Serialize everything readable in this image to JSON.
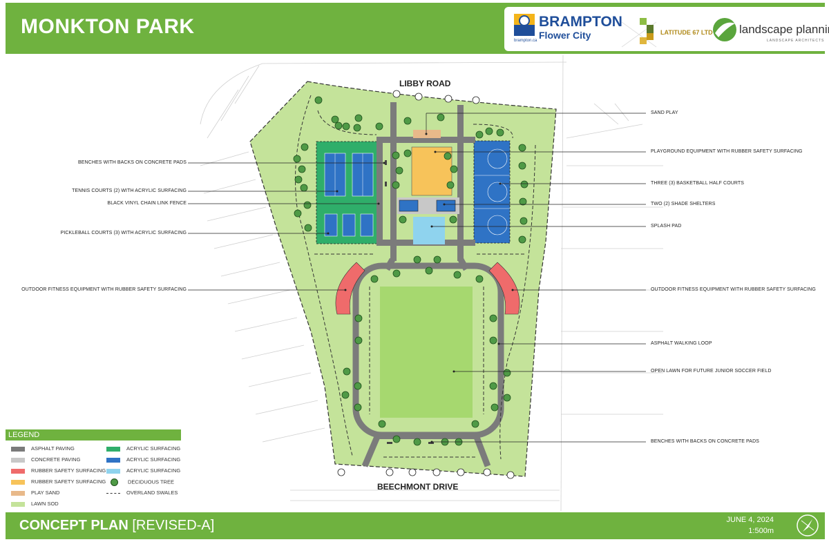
{
  "header": {
    "title": "MONKTON PARK"
  },
  "logos": {
    "brampton_name": "BRAMPTON",
    "brampton_tagline": "Flower City",
    "brampton_url": "brampton.ca",
    "latitude": "LATITUDE 67 LTD",
    "lp_name": "landscape planning",
    "lp_sub": "LANDSCAPE ARCHITECTS"
  },
  "map": {
    "road_north": "LIBBY ROAD",
    "road_south": "BEECHMONT DRIVE",
    "labels_left": [
      "BENCHES WITH BACKS ON CONCRETE PADS",
      "TENNIS COURTS (2) WITH ACRYLIC SURFACING",
      "BLACK VINYL CHAIN LINK FENCE",
      "PICKLEBALL COURTS (3) WITH ACRYLIC SURFACING",
      "OUTDOOR FITNESS EQUIPMENT WITH RUBBER SAFETY SURFACING"
    ],
    "labels_right": [
      "SAND PLAY",
      "PLAYGROUND EQUIPMENT WITH RUBBER SAFETY SURFACING",
      "THREE (3) BASKETBALL HALF COURTS",
      "TWO (2) SHADE SHELTERS",
      "SPLASH PAD",
      "OUTDOOR FITNESS EQUIPMENT WITH RUBBER SAFETY SURFACING",
      "ASPHALT WALKING LOOP",
      "OPEN LAWN FOR FUTURE JUNIOR SOCCER FIELD",
      "BENCHES WITH BACKS ON CONCRETE PADS"
    ]
  },
  "legend": {
    "title": "LEGEND",
    "col1": [
      {
        "label": "ASPHALT PAVING",
        "color": "#7b7b7b"
      },
      {
        "label": "CONCRETE PAVING",
        "color": "#c8c8c8"
      },
      {
        "label": "RUBBER SAFETY SURFACING",
        "color": "#ef6b6b"
      },
      {
        "label": "RUBBER SAFETY SURFACING",
        "color": "#f7c35a"
      },
      {
        "label": "PLAY SAND",
        "color": "#e8b98a"
      },
      {
        "label": "LAWN SOD",
        "color": "#c4e39a"
      }
    ],
    "col2": [
      {
        "label": "ACRYLIC SURFACING",
        "color": "#2fae6a"
      },
      {
        "label": "ACRYLIC SURFACING",
        "color": "#2f73c5"
      },
      {
        "label": "ACRYLIC SURFACING",
        "color": "#8fd3ee"
      },
      {
        "label": "DECIDUOUS TREE",
        "color": "#4f9a46"
      },
      {
        "label": "OVERLAND SWALES",
        "color": "#333333"
      }
    ]
  },
  "footer": {
    "plan_title": "CONCEPT PLAN",
    "revision": "[REVISED-A]",
    "date": "JUNE 4, 2024",
    "scale": "1:500m"
  }
}
